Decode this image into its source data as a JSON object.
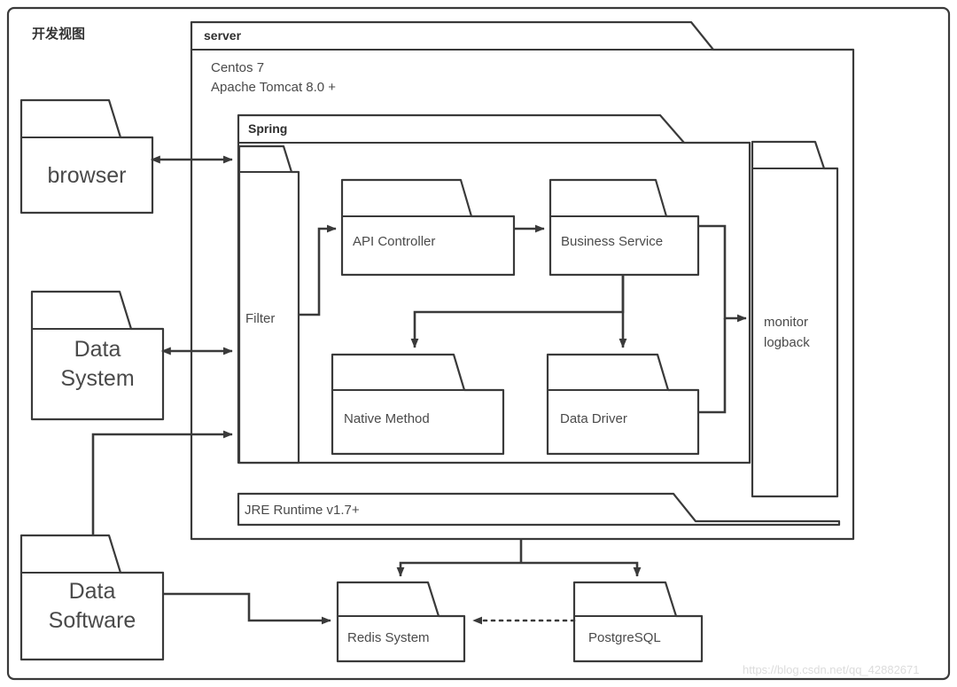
{
  "diagram": {
    "outer_title": "开发视图",
    "watermark": "https://blog.csdn.net/qq_42882671",
    "stroke_color": "#3a3a3a",
    "fill_color": "#ffffff",
    "text_color": "#4a4a4a"
  },
  "containers": {
    "server": {
      "tab_label": "server",
      "line1": "Centos 7",
      "line2": "Apache Tomcat 8.0 +"
    },
    "spring": {
      "tab_label": "Spring"
    },
    "jre": {
      "label": "JRE Runtime v1.7+"
    }
  },
  "nodes": {
    "browser": {
      "label": "browser"
    },
    "data_system": {
      "line1": "Data",
      "line2": "System"
    },
    "data_software": {
      "line1": "Data",
      "line2": "Software"
    },
    "filter": {
      "label": "Filter"
    },
    "api_controller": {
      "label": "API Controller"
    },
    "business_service": {
      "label": "Business Service"
    },
    "native_method": {
      "label": "Native Method"
    },
    "data_driver": {
      "label": "Data Driver"
    },
    "monitor": {
      "line1": "monitor",
      "line2": "logback"
    },
    "redis": {
      "label": "Redis System"
    },
    "postgresql": {
      "label": "PostgreSQL"
    }
  },
  "edges": [
    {
      "from": "browser",
      "to": "filter",
      "style": "solid",
      "arrow": "both"
    },
    {
      "from": "data_system",
      "to": "filter",
      "style": "solid",
      "arrow": "both"
    },
    {
      "from": "data_software",
      "to": "filter",
      "style": "solid",
      "arrow": "end"
    },
    {
      "from": "filter",
      "to": "api_controller",
      "style": "solid",
      "arrow": "end"
    },
    {
      "from": "api_controller",
      "to": "business_service",
      "style": "solid",
      "arrow": "end"
    },
    {
      "from": "business_service",
      "to": "native_method",
      "style": "solid",
      "arrow": "end"
    },
    {
      "from": "business_service",
      "to": "data_driver",
      "style": "solid",
      "arrow": "end"
    },
    {
      "from": "business_service",
      "to": "monitor",
      "style": "solid",
      "arrow": "end"
    },
    {
      "from": "data_driver",
      "to": "monitor",
      "style": "solid",
      "arrow": "end"
    },
    {
      "from": "server",
      "to": "redis",
      "style": "solid",
      "arrow": "end"
    },
    {
      "from": "server",
      "to": "postgresql",
      "style": "solid",
      "arrow": "end"
    },
    {
      "from": "data_software",
      "to": "redis",
      "style": "solid",
      "arrow": "end"
    },
    {
      "from": "postgresql",
      "to": "redis",
      "style": "dotted",
      "arrow": "end"
    }
  ]
}
